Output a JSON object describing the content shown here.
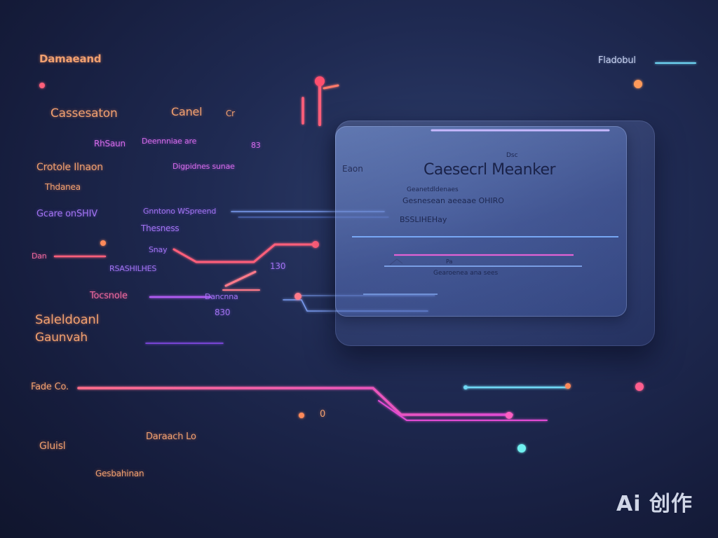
{
  "labels": {
    "top_left_title": "Damaeand",
    "top_right_title": "Fladobul",
    "section_customer": "Cassesaton",
    "section_cancel": "Canel",
    "section_cancel_suffix": "Cr",
    "row_a_label": "RhSaun",
    "row_a_value": "Deennniae are",
    "row_a_num": "83",
    "create_left": "Crotole Ilnaon",
    "create_mid": "Digpidnes sunae",
    "create_sub": "Thdanea",
    "code_label": "Gcare onSHIV",
    "code_value": "Gnntono WSpreend",
    "code_sub": "Thesness",
    "dan_label": "Dan",
    "dan_sub": "Snay",
    "rsa_label": "RSASHILHES",
    "rsa_num": "130",
    "toc_label": "Tocsnole",
    "toc_value": "Dancnna",
    "toc_num": "830",
    "sale_label": "Saleldoanl",
    "sale_sub": "Gaunvah",
    "fade_label": "Fade Co.",
    "dash_label": "Daraach Lo",
    "dash_num": "0",
    "gluis_label": "Gluisl",
    "bottom_label": "Gesbahinan"
  },
  "card": {
    "badge": "Dsc",
    "side_label": "Eaon",
    "title": "Caesecrl Meanker",
    "line1": "Geanetdldenaes",
    "line2": "Gesnesean aeeaae OHIRO",
    "line3": "BSSLIHEHay",
    "line4": "Pa",
    "line5": "Gearoenea ana sees"
  },
  "watermark": "Ai 创作",
  "colors": {
    "bg": "#161d3d",
    "magenta": "#e14bd4",
    "violet": "#9a4ff0",
    "pink": "#ff5a8a",
    "orange": "#ff8a5a",
    "cyan": "#6fd8f5"
  }
}
